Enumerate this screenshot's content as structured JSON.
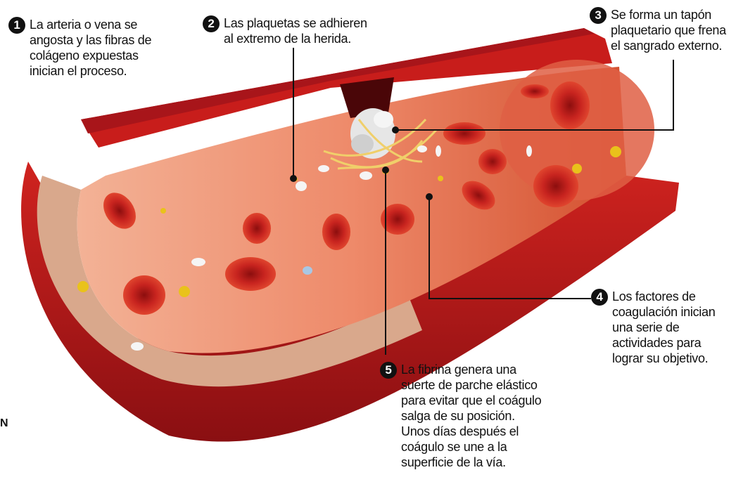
{
  "callouts": [
    {
      "number": "1",
      "text": "La arteria o vena se\nangosta y las fibras de\ncolágeno expuestas\ninician el proceso."
    },
    {
      "number": "2",
      "text": "Las plaquetas se adhieren\nal extremo de la herida."
    },
    {
      "number": "3",
      "text": "Se forma un tapón\nplaquetario que frena\nel sangrado externo."
    },
    {
      "number": "4",
      "text": "Los factores de\ncoagulación inician\nuna serie de\nactividades para\nlograr su objetivo."
    },
    {
      "number": "5",
      "text": "La fibrina genera una\nsuerte de parche elástico\npara evitar que el coágulo\nsalga de su posición.\nUnos días después el\ncoágulo se une a la\nsuperficie de la vía."
    }
  ],
  "edge_letter": "N",
  "colors": {
    "vessel_outer": "#b3141a",
    "vessel_dark": "#7e0c10",
    "vessel_lining": "#d6a58a",
    "lumen": "#e8765c",
    "red_cell": "#c51f1f",
    "platelet": "#f2f2f2",
    "factor": "#e9c21b",
    "fibrin": "#f0cf6a"
  }
}
